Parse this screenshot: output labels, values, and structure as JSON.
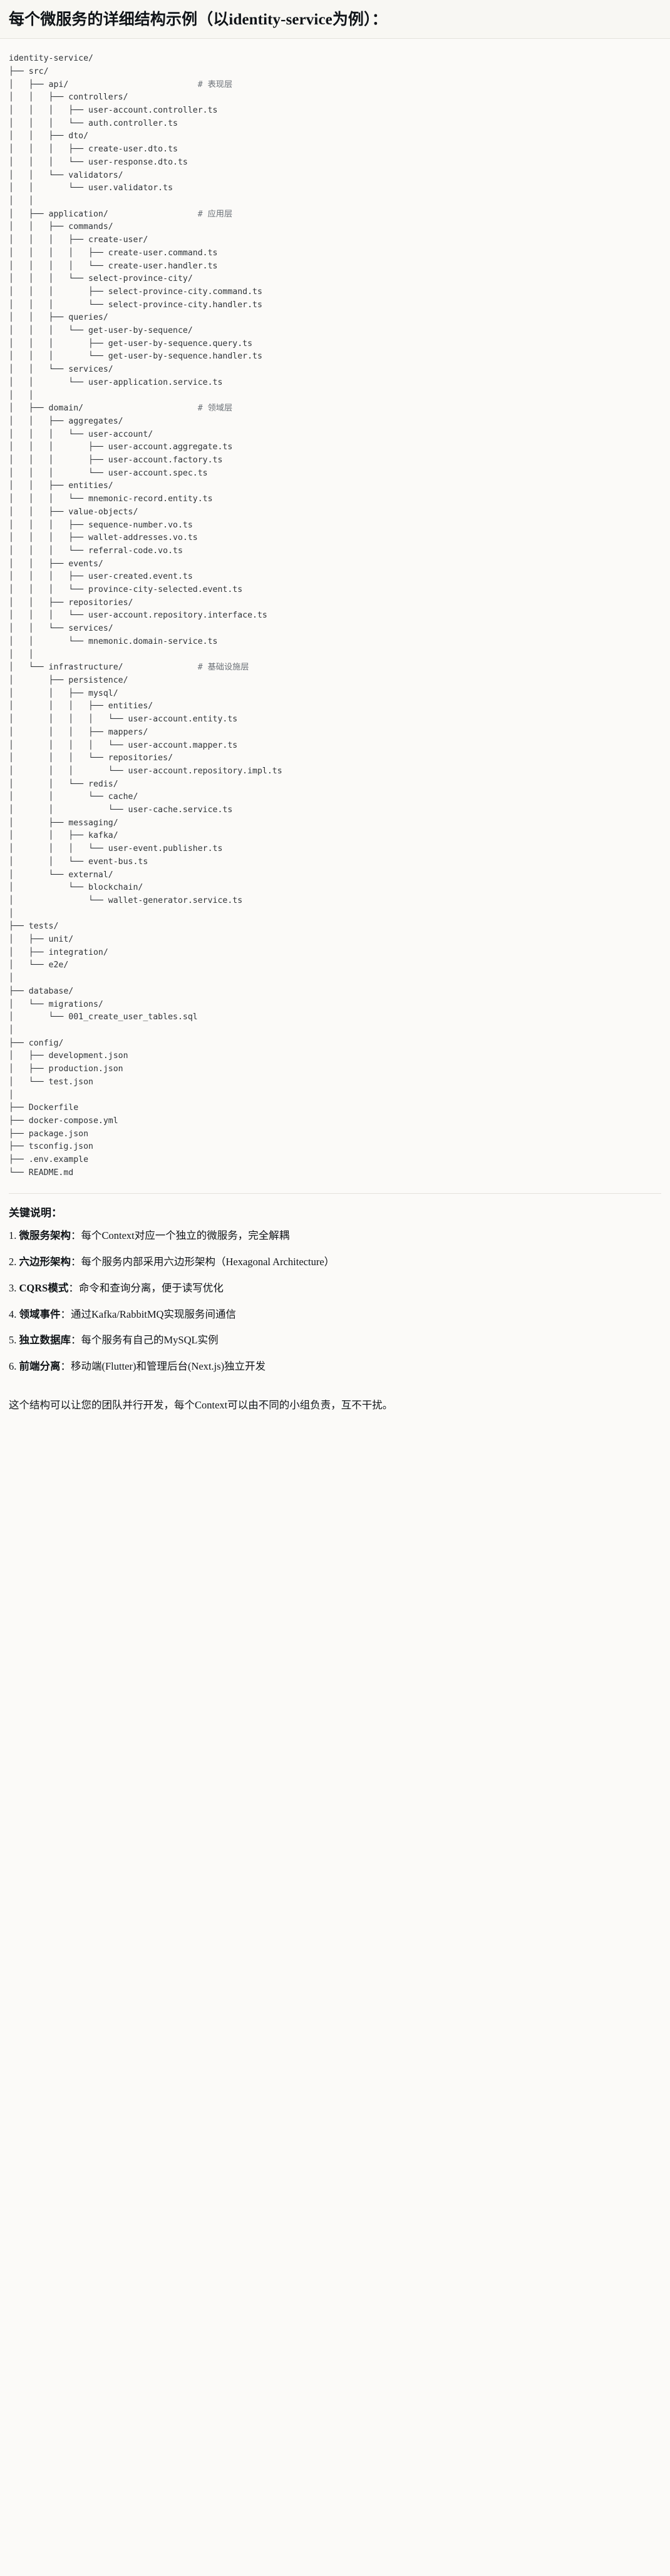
{
  "header": {
    "title": "每个微服务的详细结构示例（以identity-service为例）："
  },
  "tree": {
    "root_label": "identity-service/",
    "comments": {
      "presentation": "# 表现层",
      "application": "# 应用层",
      "domain": "# 领域层",
      "infrastructure": "# 基础设施层"
    },
    "text": "identity-service/\n├── src/\n│   ├── api/                          # 表现层\n│   │   ├── controllers/\n│   │   │   ├── user-account.controller.ts\n│   │   │   └── auth.controller.ts\n│   │   ├── dto/\n│   │   │   ├── create-user.dto.ts\n│   │   │   └── user-response.dto.ts\n│   │   └── validators/\n│   │       └── user.validator.ts\n│   │\n│   ├── application/                  # 应用层\n│   │   ├── commands/\n│   │   │   ├── create-user/\n│   │   │   │   ├── create-user.command.ts\n│   │   │   │   └── create-user.handler.ts\n│   │   │   └── select-province-city/\n│   │   │       ├── select-province-city.command.ts\n│   │   │       └── select-province-city.handler.ts\n│   │   ├── queries/\n│   │   │   └── get-user-by-sequence/\n│   │   │       ├── get-user-by-sequence.query.ts\n│   │   │       └── get-user-by-sequence.handler.ts\n│   │   └── services/\n│   │       └── user-application.service.ts\n│   │\n│   ├── domain/                       # 领域层\n│   │   ├── aggregates/\n│   │   │   └── user-account/\n│   │   │       ├── user-account.aggregate.ts\n│   │   │       ├── user-account.factory.ts\n│   │   │       └── user-account.spec.ts\n│   │   ├── entities/\n│   │   │   └── mnemonic-record.entity.ts\n│   │   ├── value-objects/\n│   │   │   ├── sequence-number.vo.ts\n│   │   │   ├── wallet-addresses.vo.ts\n│   │   │   └── referral-code.vo.ts\n│   │   ├── events/\n│   │   │   ├── user-created.event.ts\n│   │   │   └── province-city-selected.event.ts\n│   │   ├── repositories/\n│   │   │   └── user-account.repository.interface.ts\n│   │   └── services/\n│   │       └── mnemonic.domain-service.ts\n│   │\n│   └── infrastructure/               # 基础设施层\n│       ├── persistence/\n│       │   ├── mysql/\n│       │   │   ├── entities/\n│       │   │   │   └── user-account.entity.ts\n│       │   │   ├── mappers/\n│       │   │   │   └── user-account.mapper.ts\n│       │   │   └── repositories/\n│       │   │       └── user-account.repository.impl.ts\n│       │   └── redis/\n│       │       └── cache/\n│       │           └── user-cache.service.ts\n│       ├── messaging/\n│       │   ├── kafka/\n│       │   │   └── user-event.publisher.ts\n│       │   └── event-bus.ts\n│       └── external/\n│           └── blockchain/\n│               └── wallet-generator.service.ts\n│\n├── tests/\n│   ├── unit/\n│   ├── integration/\n│   └── e2e/\n│\n├── database/\n│   └── migrations/\n│       └── 001_create_user_tables.sql\n│\n├── config/\n│   ├── development.json\n│   ├── production.json\n│   └── test.json\n│\n├── Dockerfile\n├── docker-compose.yml\n├── package.json\n├── tsconfig.json\n├── .env.example\n└── README.md"
  },
  "keypoints": {
    "title": "关键说明：",
    "items": [
      {
        "term": "微服务架构",
        "desc": "：每个Context对应一个独立的微服务，完全解耦"
      },
      {
        "term": "六边形架构",
        "desc": "：每个服务内部采用六边形架构（Hexagonal Architecture）"
      },
      {
        "term": "CQRS模式",
        "desc": "：命令和查询分离，便于读写优化"
      },
      {
        "term": "领域事件",
        "desc": "：通过Kafka/RabbitMQ实现服务间通信"
      },
      {
        "term": "独立数据库",
        "desc": "：每个服务有自己的MySQL实例"
      },
      {
        "term": "前端分离",
        "desc": "：移动端(Flutter)和管理后台(Next.js)独立开发"
      }
    ]
  },
  "closing": "这个结构可以让您的团队并行开发，每个Context可以由不同的小组负责，互不干扰。",
  "colors": {
    "page_bg": "#fbfaf8",
    "header_bg": "#f8f7f3",
    "rule": "#e4e2dc",
    "code_text": "#2f3337",
    "comment_text": "#6b7177",
    "body_text": "#101418"
  }
}
